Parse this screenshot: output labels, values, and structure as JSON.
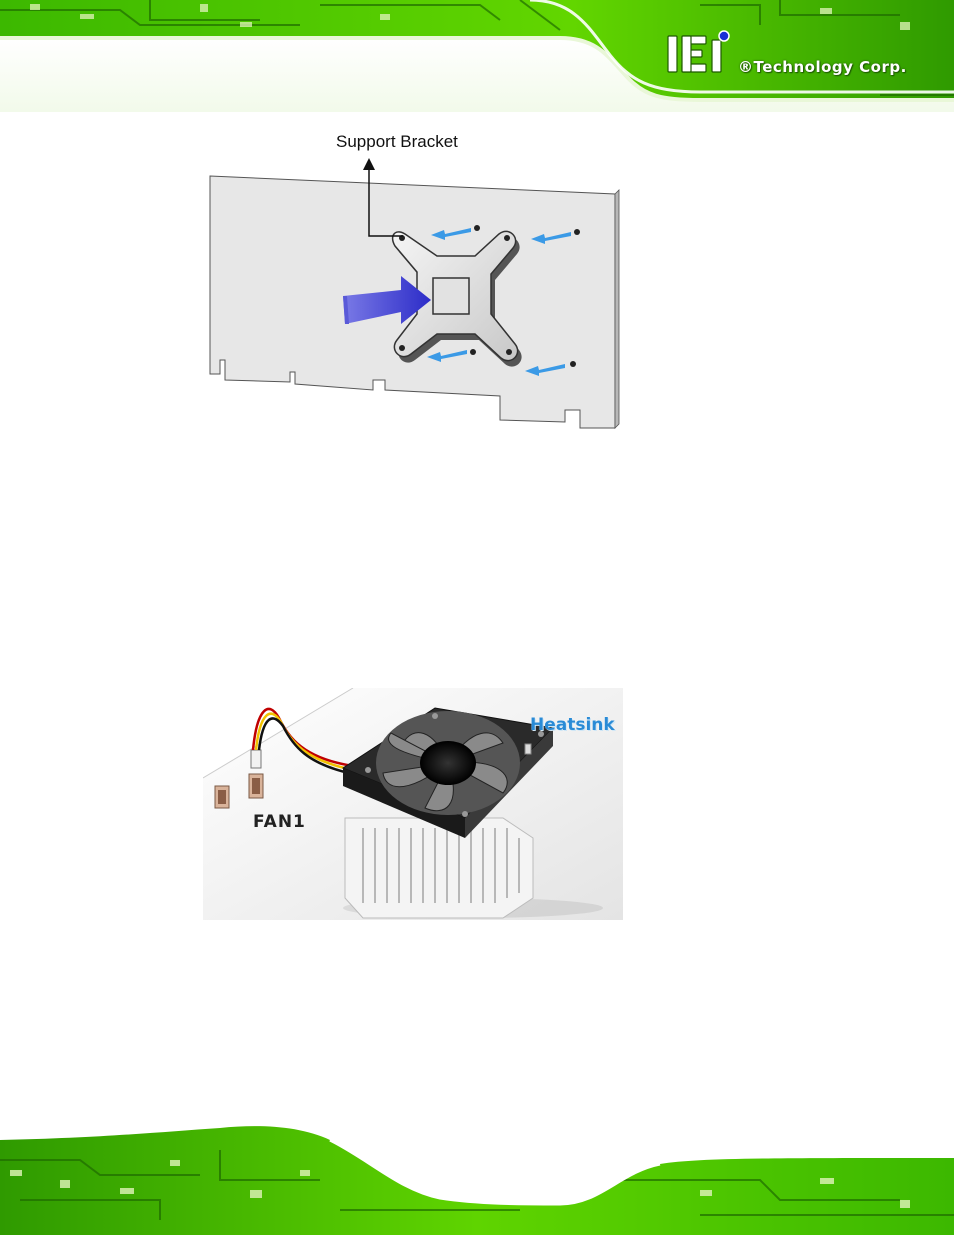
{
  "header": {
    "brand_mark": "iEi",
    "brand_text": "®Technology Corp."
  },
  "figure_support_bracket": {
    "label": "Support Bracket"
  },
  "figure_heatsink": {
    "heatsink_label": "Heatsink",
    "fan_label": "FAN1"
  },
  "colors": {
    "pcb_green": "#5fd400",
    "pcb_dark": "#1f6b00",
    "arrow_light_blue": "#3b9ae6",
    "arrow_dark_blue": "#3a3ad0",
    "heatsink_label_blue": "#2a8bd6"
  }
}
